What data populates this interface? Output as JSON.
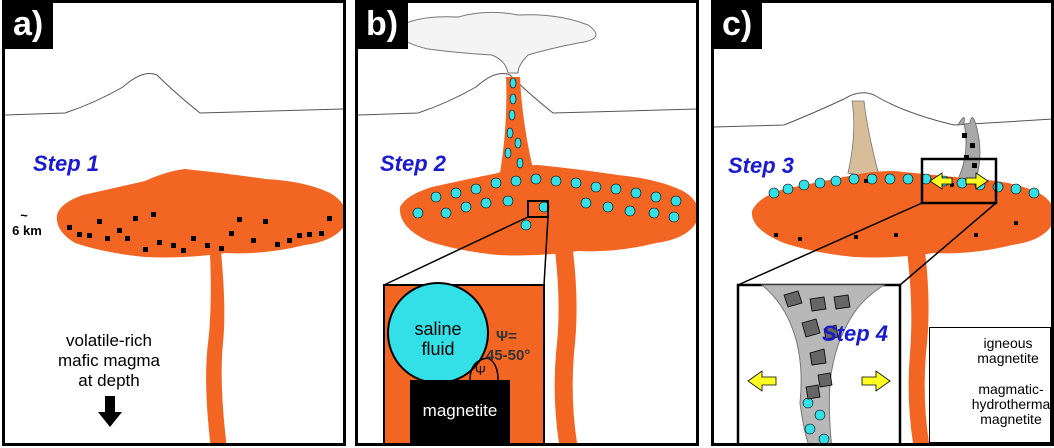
{
  "panels": {
    "a": {
      "label": "a)",
      "step": "Step 1",
      "depth_tilde": "~",
      "depth": "6 km",
      "description": [
        "volatile-rich",
        "mafic magma",
        "at depth"
      ]
    },
    "b": {
      "label": "b)",
      "step": "Step 2",
      "inset": {
        "fluid_label_1": "saline",
        "fluid_label_2": "fluid",
        "angle_symbol": "Ψ=",
        "angle_value": "45-50°",
        "small_psi": "Ψ",
        "mineral_label": "magnetite"
      }
    },
    "c": {
      "label": "c)",
      "step_main": "Step 3",
      "step_inset": "Step 4",
      "legend": {
        "igneous": [
          "igneous",
          "magnetite"
        ],
        "hydrothermal": [
          "magmatic-",
          "hydrotherma",
          "magnetite"
        ]
      }
    }
  },
  "colors": {
    "magma": "#f26522",
    "fluid": "#33e0e8",
    "step_text": "#1a1ad0",
    "arrow": "#ffff22",
    "vent_ash": "#d8bd9a",
    "vent_gray": "#a8a8a8"
  }
}
